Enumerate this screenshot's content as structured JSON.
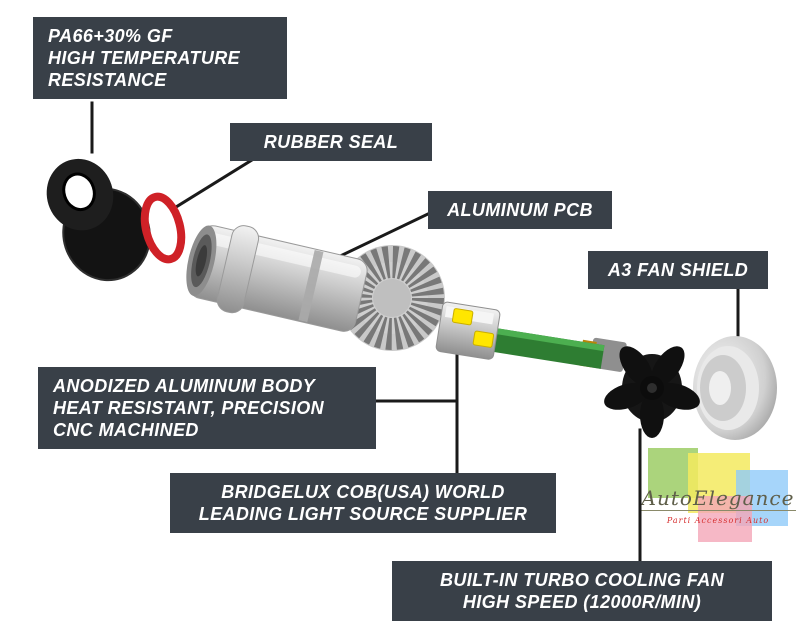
{
  "callouts": {
    "pa66": {
      "text": "PA66+30% GF\nHIGH TEMPERATURE\nRESISTANCE"
    },
    "rubber_seal": {
      "text": "RUBBER SEAL"
    },
    "aluminum_pcb": {
      "text": "ALUMINUM PCB"
    },
    "fan_shield": {
      "text": "A3 FAN SHIELD"
    },
    "anodized_body": {
      "text": "ANODIZED ALUMINUM BODY\nHEAT RESISTANT, PRECISION\nCNC MACHINED"
    },
    "bridgelux": {
      "text": "BRIDGELUX COB(USA) WORLD\nLEADING LIGHT SOURCE SUPPLIER"
    },
    "cooling_fan": {
      "text": "BUILT-IN TURBO COOLING FAN\nHIGH SPEED (12000R/MIN)"
    }
  },
  "watermark": {
    "brand": "AutoElegance",
    "tagline": "Parti Accessori Auto"
  },
  "colors": {
    "label_bg": "#394048",
    "label_text": "#ffffff",
    "leader_line": "#1a1a1a",
    "oring_red": "#cf2127",
    "pcb_green": "#2e7d32",
    "led_yellow": "#ffe600",
    "logo_green": "#9ccc65",
    "logo_yellow": "#f3ea5f",
    "logo_pink": "#f4a6b8",
    "logo_blue": "#90caf9"
  }
}
